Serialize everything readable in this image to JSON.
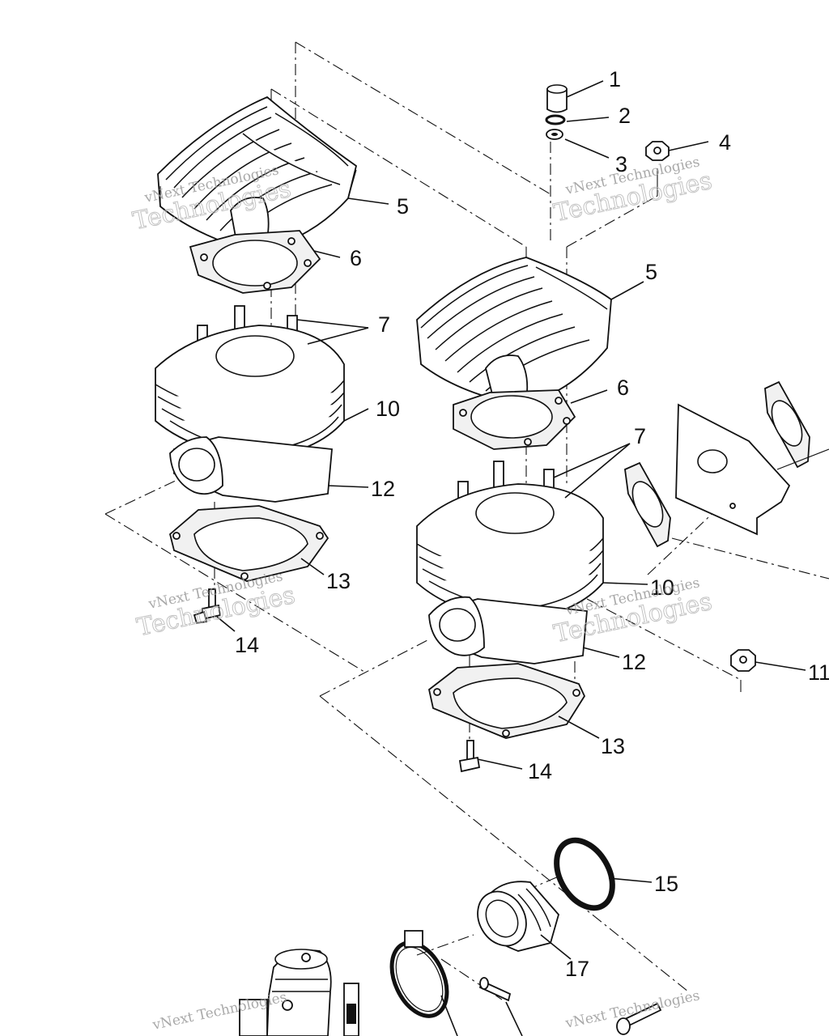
{
  "diagram": {
    "callouts": [
      {
        "id": "c1",
        "text": "1"
      },
      {
        "id": "c2",
        "text": "2"
      },
      {
        "id": "c3",
        "text": "3"
      },
      {
        "id": "c4",
        "text": "4"
      },
      {
        "id": "c5a",
        "text": "5"
      },
      {
        "id": "c5b",
        "text": "5"
      },
      {
        "id": "c6a",
        "text": "6"
      },
      {
        "id": "c6b",
        "text": "6"
      },
      {
        "id": "c7a",
        "text": "7"
      },
      {
        "id": "c7b",
        "text": "7"
      },
      {
        "id": "c10a",
        "text": "10"
      },
      {
        "id": "c10b",
        "text": "10"
      },
      {
        "id": "c11",
        "text": "11"
      },
      {
        "id": "c12a",
        "text": "12"
      },
      {
        "id": "c12b",
        "text": "12"
      },
      {
        "id": "c13a",
        "text": "13"
      },
      {
        "id": "c13b",
        "text": "13"
      },
      {
        "id": "c14a",
        "text": "14"
      },
      {
        "id": "c14b",
        "text": "14"
      },
      {
        "id": "c15",
        "text": "15"
      },
      {
        "id": "c17",
        "text": "17"
      }
    ],
    "watermark": {
      "line1": "vNext Technologies",
      "line2": "Technologies"
    }
  }
}
